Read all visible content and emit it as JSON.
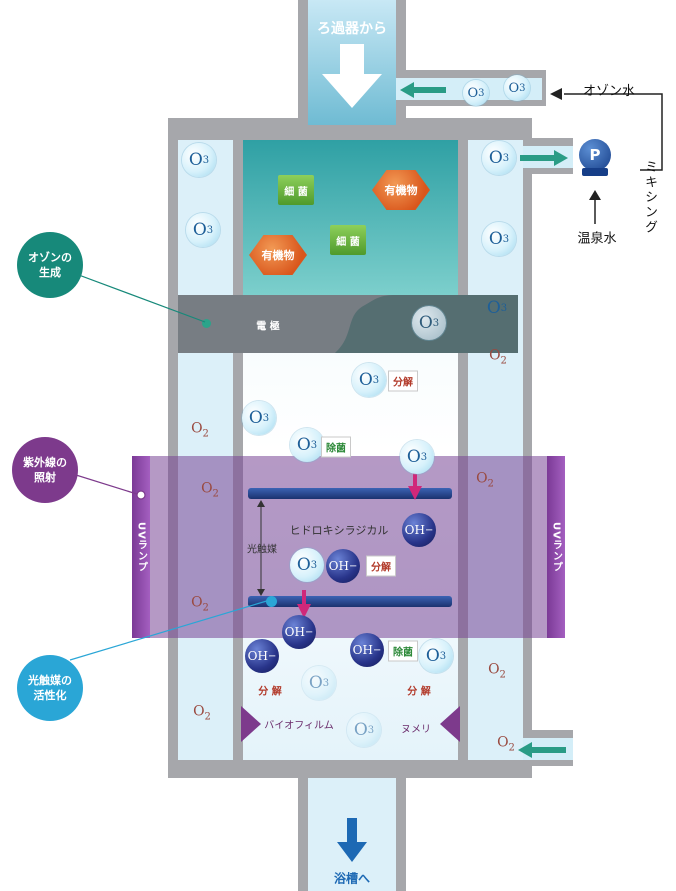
{
  "title_top": "ろ過器から",
  "bottom_label": "浴槽へ",
  "ozone_water": "オゾン水",
  "mixing": "ミキシング",
  "hot_spring_water": "温泉水",
  "pump": "P",
  "electrode": "電 極",
  "bacteria": "細 菌",
  "organic": "有機物",
  "decompose": "分解",
  "decompose_spaced": "分 解",
  "sterilize": "除菌",
  "hydroxyl": "ヒドロキシラジカル",
  "photocatalyst": "光触媒",
  "uv_lamp": "UVランプ",
  "biofilm": "バイオフィルム",
  "slime": "ヌメリ",
  "o3": "O",
  "o3_sub": "3",
  "o2": "O",
  "o2_sub": "2",
  "oh": "OH",
  "oh_sup": "−",
  "bubbles": {
    "ozone_gen": "オゾンの\n生成",
    "uv_irradiation": "紫外線の\n照射",
    "catalyst_activation": "光触媒の\n活性化"
  },
  "colors": {
    "frame": "#a8a8ac",
    "pipe": "#d9eef8",
    "teal_chamber": "#6cbcbc",
    "electrode_band": "#6a7076",
    "uv_band": "#a382b8",
    "bar": "#26488f",
    "arrow_pink": "#d0287a",
    "arrow_green": "#2a9c86",
    "bubble_green": "#17897a",
    "bubble_purple": "#7d3a8c",
    "bubble_blue": "#2aa6d6"
  }
}
